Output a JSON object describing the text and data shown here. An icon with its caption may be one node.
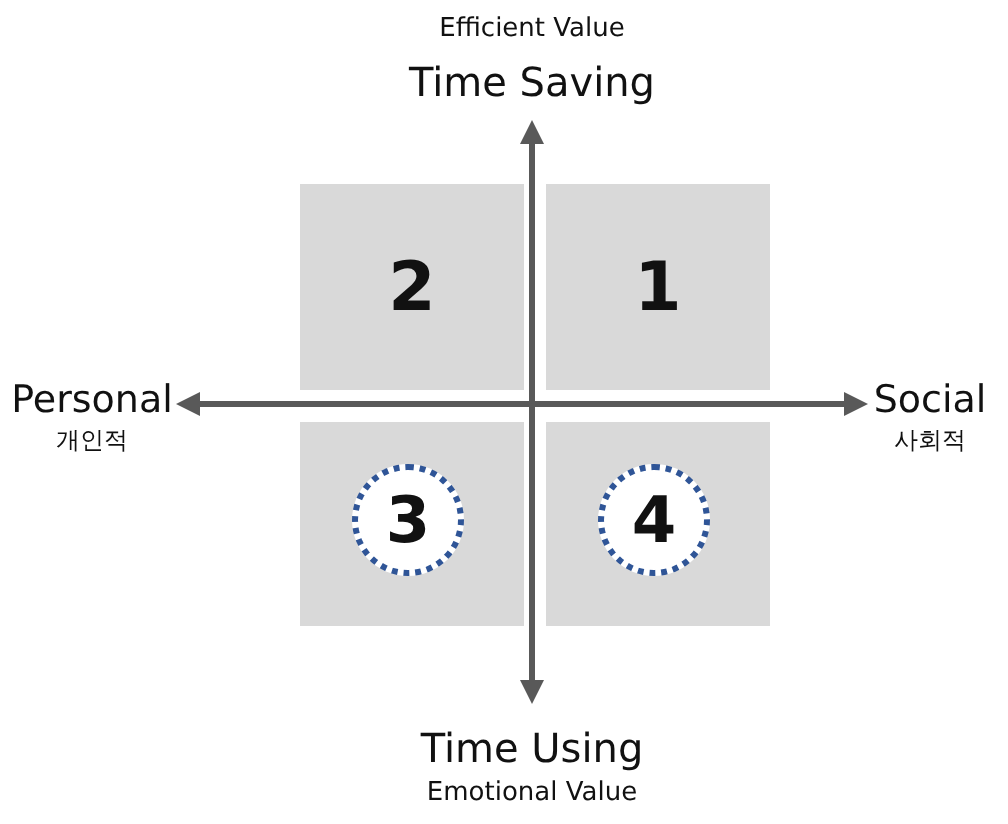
{
  "diagram": {
    "nodes": [
      {
        "text": [
          "2"
        ]
      },
      {
        "text": [
          "1"
        ]
      },
      {
        "text": [],
        "shape": "box"
      },
      {
        "text": [
          "3"
        ],
        "in": 2
      },
      {
        "text": [],
        "shape": "box"
      },
      {
        "text": [
          "4"
        ],
        "in": 4
      }
    ],
    "labels": [
      "Efficient Value",
      "Time Saving",
      "Personal",
      "개인적",
      "Social",
      "사회적",
      "Time Using",
      "Emotional Value"
    ]
  }
}
